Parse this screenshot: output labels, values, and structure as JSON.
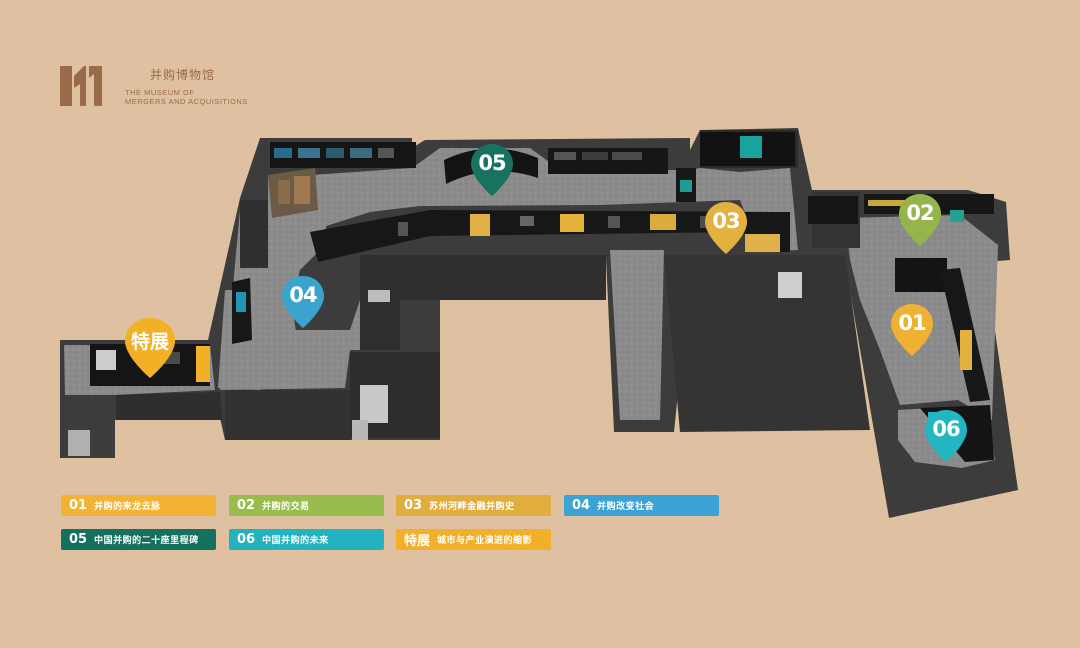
{
  "museum": {
    "name_cn": "并购博物馆",
    "name_en_line1": "THE MUSEUM OF",
    "name_en_line2": "MERGERS AND ACQUISITIONS",
    "brand_color": "#9a6b48"
  },
  "map": {
    "markers": [
      {
        "id": "01",
        "label": "01",
        "color": "#eeb133"
      },
      {
        "id": "02",
        "label": "02",
        "color": "#95b54b"
      },
      {
        "id": "03",
        "label": "03",
        "color": "#e2b13f"
      },
      {
        "id": "04",
        "label": "04",
        "color": "#3aa4cf"
      },
      {
        "id": "05",
        "label": "05",
        "color": "#17735f"
      },
      {
        "id": "06",
        "label": "06",
        "color": "#21b6c2"
      },
      {
        "id": "special",
        "label": "特展",
        "color": "#f2b026"
      }
    ]
  },
  "legend": [
    {
      "number": "01",
      "label": "并购的来龙去脉",
      "color": "#f2b233"
    },
    {
      "number": "02",
      "label": "并购的交易",
      "color": "#9abc4c"
    },
    {
      "number": "03",
      "label": "苏州河畔金融并购史",
      "color": "#e0ad3e"
    },
    {
      "number": "04",
      "label": "并购改变社会",
      "color": "#3aa3d4"
    },
    {
      "number": "05",
      "label": "中国并购的二十座里程碑",
      "color": "#14705f"
    },
    {
      "number": "06",
      "label": "中国并购的未来",
      "color": "#22b3bf"
    },
    {
      "number": "特展",
      "label": "城市与产业演进的缩影",
      "color": "#f2b02a"
    }
  ]
}
